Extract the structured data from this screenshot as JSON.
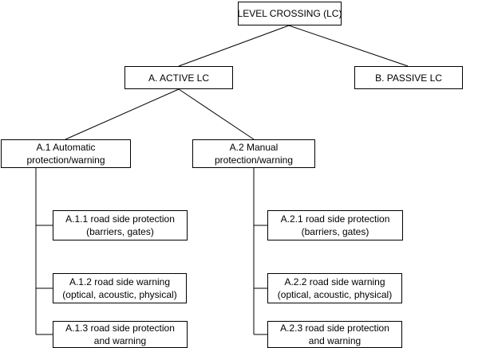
{
  "nodes": {
    "root": {
      "lines": [
        "LEVEL CROSSING (LC)"
      ]
    },
    "active": {
      "lines": [
        "A. ACTIVE LC"
      ]
    },
    "passive": {
      "lines": [
        "B. PASSIVE LC"
      ]
    },
    "a1": {
      "lines": [
        "A.1 Automatic",
        "protection/warning"
      ]
    },
    "a2": {
      "lines": [
        "A.2 Manual",
        "protection/warning"
      ]
    },
    "a11": {
      "lines": [
        "A.1.1 road side protection",
        "(barriers, gates)"
      ]
    },
    "a12": {
      "lines": [
        "A.1.2 road side warning",
        "(optical, acoustic, physical)"
      ]
    },
    "a13": {
      "lines": [
        "A.1.3 road side protection",
        "and warning"
      ]
    },
    "a21": {
      "lines": [
        "A.2.1 road side protection",
        "(barriers, gates)"
      ]
    },
    "a22": {
      "lines": [
        "A.2.2 road side warning",
        "(optical, acoustic, physical)"
      ]
    },
    "a23": {
      "lines": [
        "A.2.3 road side protection",
        "and warning"
      ]
    }
  }
}
